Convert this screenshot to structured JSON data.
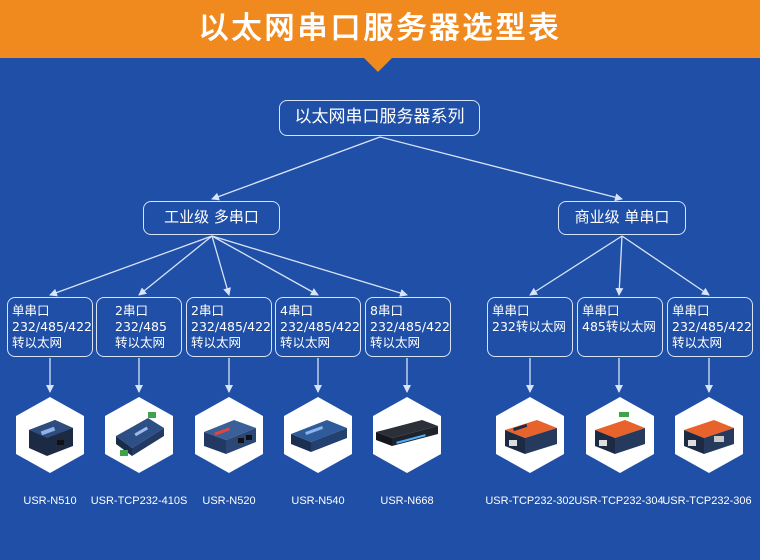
{
  "title": "以太网串口服务器选型表",
  "root": "以太网串口服务器系列",
  "categories": [
    {
      "label": "工业级 多串口"
    },
    {
      "label": "商业级 单串口"
    }
  ],
  "products": [
    {
      "spec": [
        "单串口",
        "232/485/422",
        "转以太网"
      ],
      "model": "USR-N510"
    },
    {
      "spec": [
        "2串口",
        "232/485",
        "转以太网"
      ],
      "model": "USR-TCP232-410S"
    },
    {
      "spec": [
        "2串口",
        "232/485/422",
        "转以太网"
      ],
      "model": "USR-N520"
    },
    {
      "spec": [
        "4串口",
        "232/485/422",
        "转以太网"
      ],
      "model": "USR-N540"
    },
    {
      "spec": [
        "8串口",
        "232/485/422",
        "转以太网"
      ],
      "model": "USR-N668"
    },
    {
      "spec": [
        "单串口",
        "232转以太网"
      ],
      "model": "USR-TCP232-302"
    },
    {
      "spec": [
        "单串口",
        "485转以太网"
      ],
      "model": "USR-TCP232-304"
    },
    {
      "spec": [
        "单串口",
        "232/485/422",
        "转以太网"
      ],
      "model": "USR-TCP232-306"
    }
  ],
  "colors": {
    "background": "#1f4fa6",
    "banner": "#f08a1e",
    "line": "#d8e4f7"
  }
}
